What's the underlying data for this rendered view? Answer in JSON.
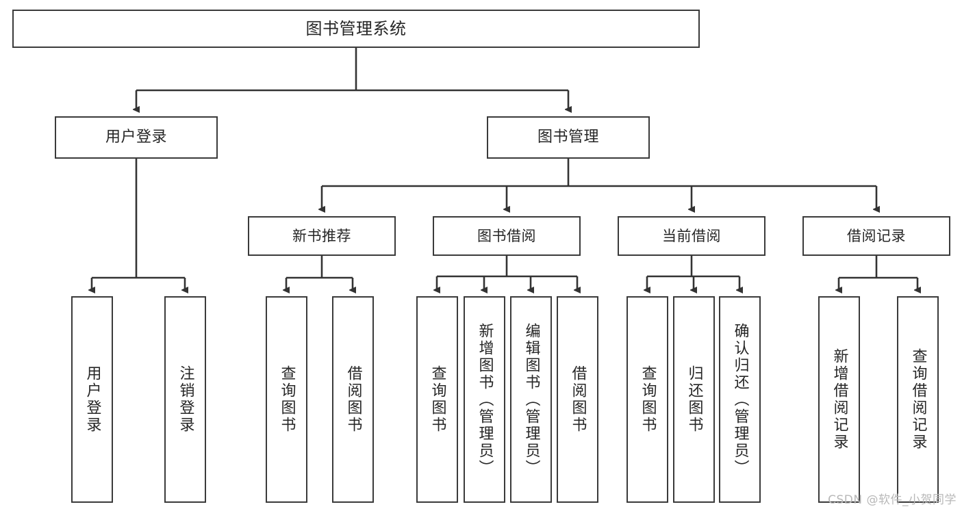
{
  "diagram": {
    "title": "图书管理系统",
    "watermark": "CSDN @软件_小贺同学",
    "colors": {
      "background": "#ffffff",
      "box_border": "#3a3a3a",
      "connector": "#333333",
      "text": "#262626",
      "watermark": "#b8b8b8"
    },
    "root": {
      "label": "图书管理系统"
    },
    "level1": [
      {
        "label": "用户登录"
      },
      {
        "label": "图书管理"
      }
    ],
    "level2": [
      {
        "label": "新书推荐"
      },
      {
        "label": "图书借阅"
      },
      {
        "label": "当前借阅"
      },
      {
        "label": "借阅记录"
      }
    ],
    "leaves": {
      "user_login": [
        {
          "label": "用户登录"
        },
        {
          "label": "注销登录"
        }
      ],
      "new_book_recommend": [
        {
          "label": "查询图书"
        },
        {
          "label": "借阅图书"
        }
      ],
      "book_borrow": [
        {
          "label": "查询图书"
        },
        {
          "label": "新增图书（管理员）"
        },
        {
          "label": "编辑图书（管理员）"
        },
        {
          "label": "借阅图书"
        }
      ],
      "current_borrow": [
        {
          "label": "查询图书"
        },
        {
          "label": "归还图书"
        },
        {
          "label": "确认归还（管理员）"
        }
      ],
      "borrow_record": [
        {
          "label": "新增借阅记录"
        },
        {
          "label": "查询借阅记录"
        }
      ]
    }
  }
}
